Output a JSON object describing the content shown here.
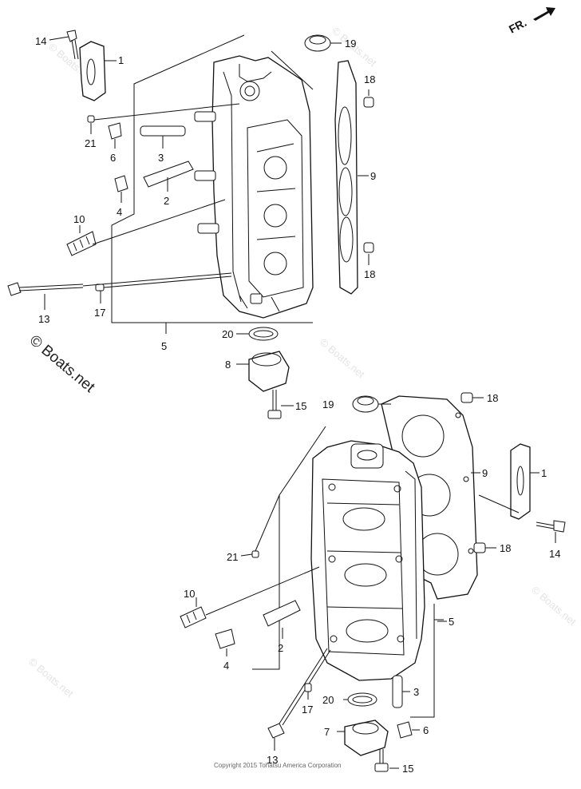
{
  "watermark": "© Boats.net",
  "copyright": "Copyright 2015 Tohatsu America Corporation",
  "direction": "FR.",
  "labels": {
    "u14": "14",
    "u1": "1",
    "u19": "19",
    "u18a": "18",
    "u21": "21",
    "u6": "6",
    "u3": "3",
    "u9": "9",
    "u2": "2",
    "u4": "4",
    "u10": "10",
    "u18b": "18",
    "u13": "13",
    "u17": "17",
    "u5": "5",
    "u20": "20",
    "u8": "8",
    "u15": "15",
    "l19": "19",
    "l18a": "18",
    "l9": "9",
    "l1": "1",
    "l18b": "18",
    "l14": "14",
    "l21": "21",
    "l10": "10",
    "l5": "5",
    "l2": "2",
    "l4": "4",
    "l3": "3",
    "l20": "20",
    "l17": "17",
    "l7": "7",
    "l6": "6",
    "l13": "13",
    "l15": "15"
  }
}
